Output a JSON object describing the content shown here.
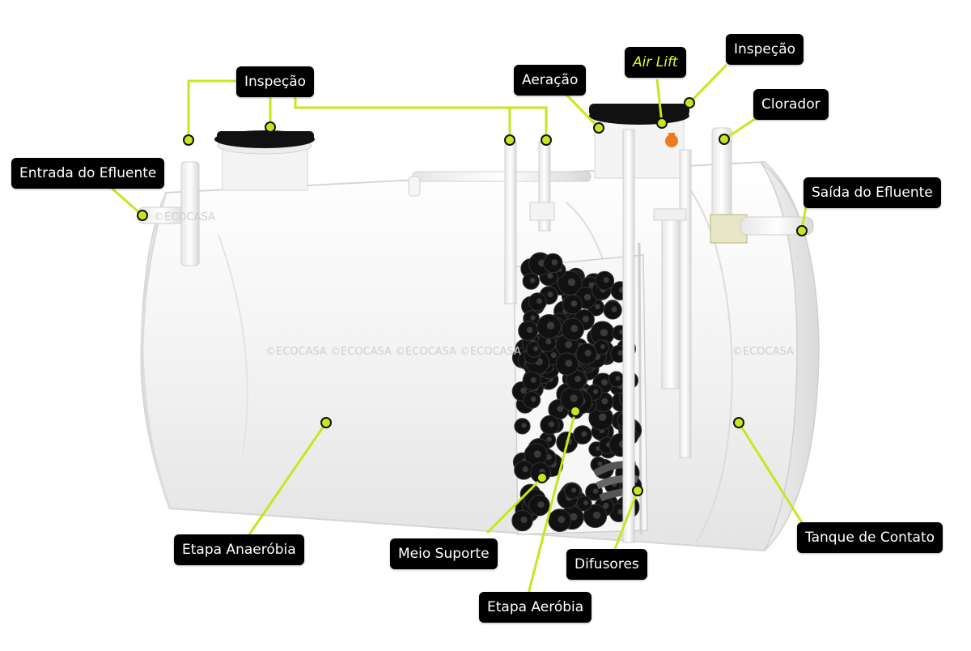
{
  "labels": {
    "entrada": "Entrada do Efluente",
    "inspecao_left": "Inspeção",
    "aeracao": "Aeração",
    "air_lift": "Air Lift",
    "inspecao_right": "Inspeção",
    "clorador": "Clorador",
    "saida": "Saída do Efluente",
    "etapa_anaerobia": "Etapa Anaeróbia",
    "meio_suporte": "Meio Suporte",
    "difusores": "Difusores",
    "etapa_aerobia": "Etapa Aeróbia",
    "tanque_contato": "Tanque de Contato"
  },
  "watermark": {
    "center": "©ECOCASA ©ECOCASA ©ECOCASA ©ECOCASA",
    "right": "©ECOCASA",
    "small": "©ECOCASA"
  },
  "colors": {
    "accent": "#c8e61e",
    "label_bg": "#000000",
    "label_text": "#d8ff2a",
    "tank": "#f2f2f2",
    "media": "#111111",
    "valve": "#f07a1e"
  }
}
